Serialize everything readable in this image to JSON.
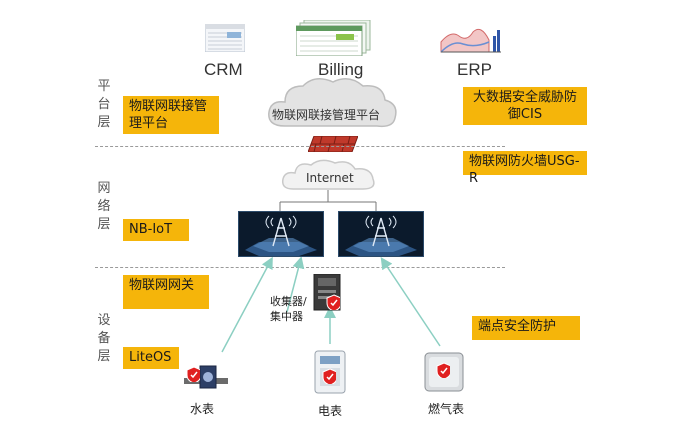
{
  "apps": {
    "crm": "CRM",
    "billing": "Billing",
    "erp": "ERP"
  },
  "layers": {
    "platform": "平台层",
    "network": "网络层",
    "device": "设备层"
  },
  "platform": {
    "tag": "物联网联接管理平台",
    "cloud_text": "物联网联接管理平台"
  },
  "network": {
    "tag": "NB-IoT",
    "cloud_text": "Internet"
  },
  "device": {
    "gateway_tag": "物联网网关",
    "os_tag": "LiteOS",
    "collector_label": "收集器/集中器",
    "water_meter": "水表",
    "power_meter": "电表",
    "gas_meter": "燃气表"
  },
  "security": {
    "cis": "大数据安全威胁防御CIS",
    "firewall": "物联网防火墙USG-R",
    "endpoint": "端点安全防护"
  },
  "colors": {
    "tag_bg": "#f5b50a",
    "shield": "#e02020",
    "arrow": "#8ccfc2",
    "firewall": "#c0392b"
  }
}
